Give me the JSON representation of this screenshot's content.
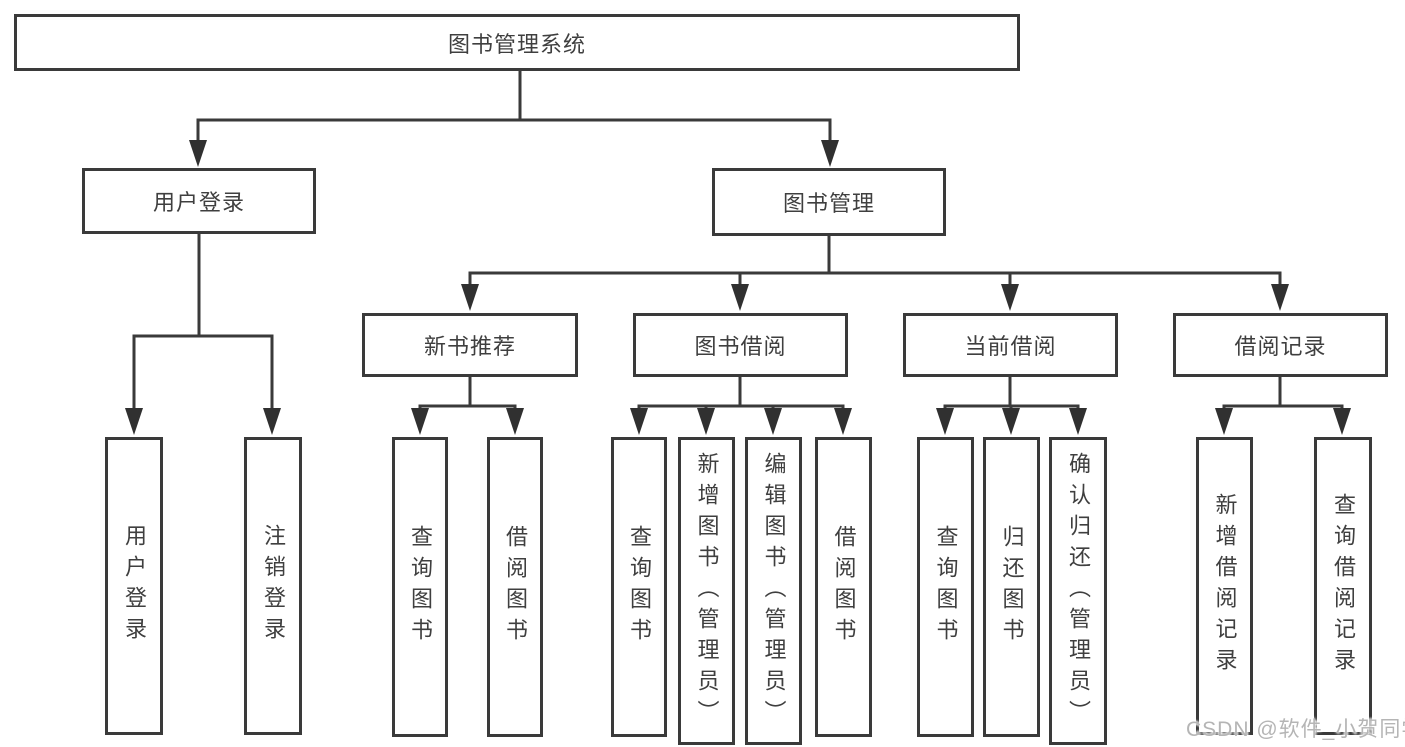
{
  "diagram": {
    "title": "图书管理系统",
    "root": {
      "label": "图书管理系统"
    },
    "level2": [
      {
        "label": "用户登录"
      },
      {
        "label": "图书管理"
      }
    ],
    "level3": [
      {
        "label": "新书推荐"
      },
      {
        "label": "图书借阅"
      },
      {
        "label": "当前借阅"
      },
      {
        "label": "借阅记录"
      }
    ],
    "leaves": [
      {
        "label": "用户登录",
        "parent": "用户登录"
      },
      {
        "label": "注销登录",
        "parent": "用户登录"
      },
      {
        "label": "查询图书",
        "parent": "新书推荐"
      },
      {
        "label": "借阅图书",
        "parent": "新书推荐"
      },
      {
        "label": "查询图书",
        "parent": "图书借阅"
      },
      {
        "label": "新增图书（管理员）",
        "parent": "图书借阅"
      },
      {
        "label": "编辑图书（管理员）",
        "parent": "图书借阅"
      },
      {
        "label": "借阅图书",
        "parent": "图书借阅"
      },
      {
        "label": "查询图书",
        "parent": "当前借阅"
      },
      {
        "label": "归还图书",
        "parent": "当前借阅"
      },
      {
        "label": "确认归还（管理员）",
        "parent": "当前借阅"
      },
      {
        "label": "新增借阅记录",
        "parent": "借阅记录"
      },
      {
        "label": "查询借阅记录",
        "parent": "借阅记录"
      }
    ],
    "colors": {
      "line": "#3a3a3a",
      "box_border": "#3a3a3a",
      "text": "#3f3f3f",
      "background": "#ffffff",
      "watermark": "#b5b5b5"
    }
  },
  "watermark": {
    "text": "CSDN @软件_小贺同学"
  }
}
